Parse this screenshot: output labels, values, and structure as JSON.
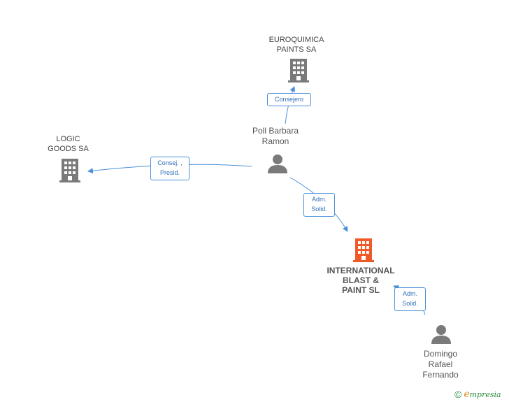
{
  "nodes": {
    "euroquimica": {
      "label": "EUROQUIMICA\nPAINTS SA",
      "type": "company"
    },
    "logic": {
      "label": "LOGIC\nGOODS SA",
      "type": "company"
    },
    "poll": {
      "label": "Poll Barbara\nRamon",
      "type": "person"
    },
    "international": {
      "label": "INTERNATIONAL\nBLAST &\nPAINT SL",
      "type": "main-company"
    },
    "domingo": {
      "label": "Domingo\nRafael\nFernando",
      "type": "person"
    }
  },
  "edges": {
    "consejero": {
      "label": "Consejero"
    },
    "consej_presid": {
      "label": "Consej. ,\nPresid."
    },
    "adm_solid_1": {
      "label": "Adm.\nSolid."
    },
    "adm_solid_2": {
      "label": "Adm.\nSolid."
    }
  },
  "colors": {
    "edge": "#4a90d9",
    "company": "#7a7a7a",
    "main_company": "#f05a28",
    "person": "#7a7a7a"
  },
  "footer": {
    "copyright_symbol": "©",
    "brand_initial": "e",
    "brand_rest": "mpresia"
  }
}
